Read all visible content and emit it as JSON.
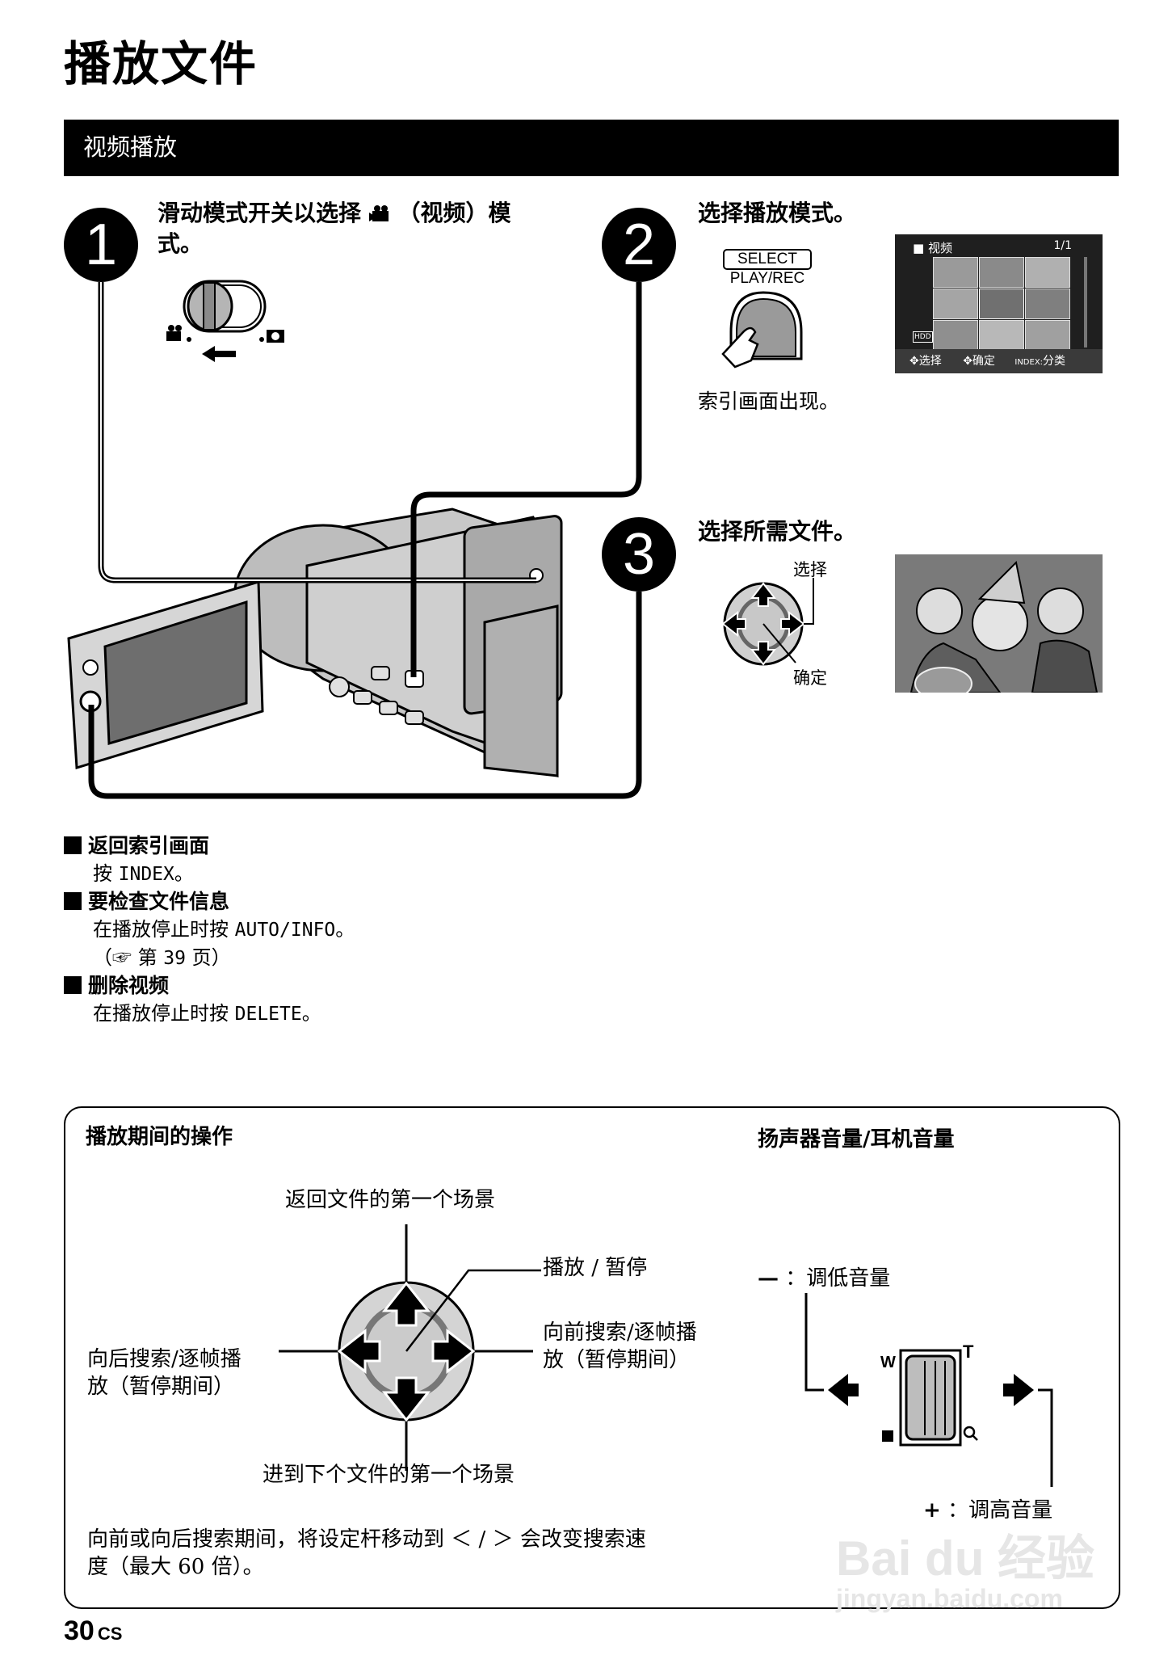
{
  "page": {
    "title": "播放文件",
    "section_title": "视频播放",
    "page_number": "30",
    "page_lang": "CS"
  },
  "steps": [
    {
      "number": "1",
      "instruction_line1": "滑动模式开关以选择",
      "instruction_icon": "video-camera-icon",
      "instruction_line1_end": "（视频）模",
      "instruction_line2": "式。"
    },
    {
      "number": "2",
      "instruction": "选择播放模式。",
      "button_label_top": "SELECT",
      "button_label_bottom": "PLAY/REC",
      "result_text": "索引画面出现。",
      "screen": {
        "mode_label": "视频",
        "page_indicator": "1/1",
        "media_badge": "HDD",
        "footer_select": "选择",
        "footer_confirm": "确定",
        "footer_index": "INDEX:",
        "footer_sort": "分类"
      }
    },
    {
      "number": "3",
      "instruction": "选择所需文件。",
      "label_select": "选择",
      "label_confirm": "确定"
    }
  ],
  "notes": [
    {
      "heading": "返回索引画面",
      "lines": [
        {
          "pre": "按 ",
          "key": "INDEX",
          "post": "。"
        }
      ]
    },
    {
      "heading": "要检查文件信息",
      "lines": [
        {
          "pre": "在播放停止时按 ",
          "key": "AUTO/INFO",
          "post": "。"
        }
      ],
      "reference": {
        "pre": "（",
        "page_word": "第",
        "page": "39",
        "suffix": "页）"
      }
    },
    {
      "heading": "删除视频",
      "lines": [
        {
          "pre": "在播放停止时按 ",
          "key": "DELETE",
          "post": "。"
        }
      ]
    }
  ],
  "operations_box": {
    "left_title": "播放期间的操作",
    "up_label": "返回文件的第一个场景",
    "center_label": "播放 / 暂停",
    "right_label_line1": "向前搜索/逐帧播",
    "right_label_line2": "放（暂停期间）",
    "left_label_line1": "向后搜索/逐帧播",
    "left_label_line2": "放（暂停期间）",
    "down_label": "进到下个文件的第一个场景",
    "footnote_line1": "向前或向后搜索期间，将设定杆移动到 ＜ / ＞ 会改变搜索速",
    "footnote_line2": "度（最大 60 倍）。",
    "right_title": "扬声器音量/耳机音量",
    "minus_symbol": "—",
    "minus_label": "：调低音量",
    "plus_symbol": "+",
    "plus_label": "：调高音量",
    "zoom_w": "W",
    "zoom_t": "T"
  },
  "watermark": {
    "brand": "Bai du 经验",
    "url": "jingyan.baidu.com"
  }
}
